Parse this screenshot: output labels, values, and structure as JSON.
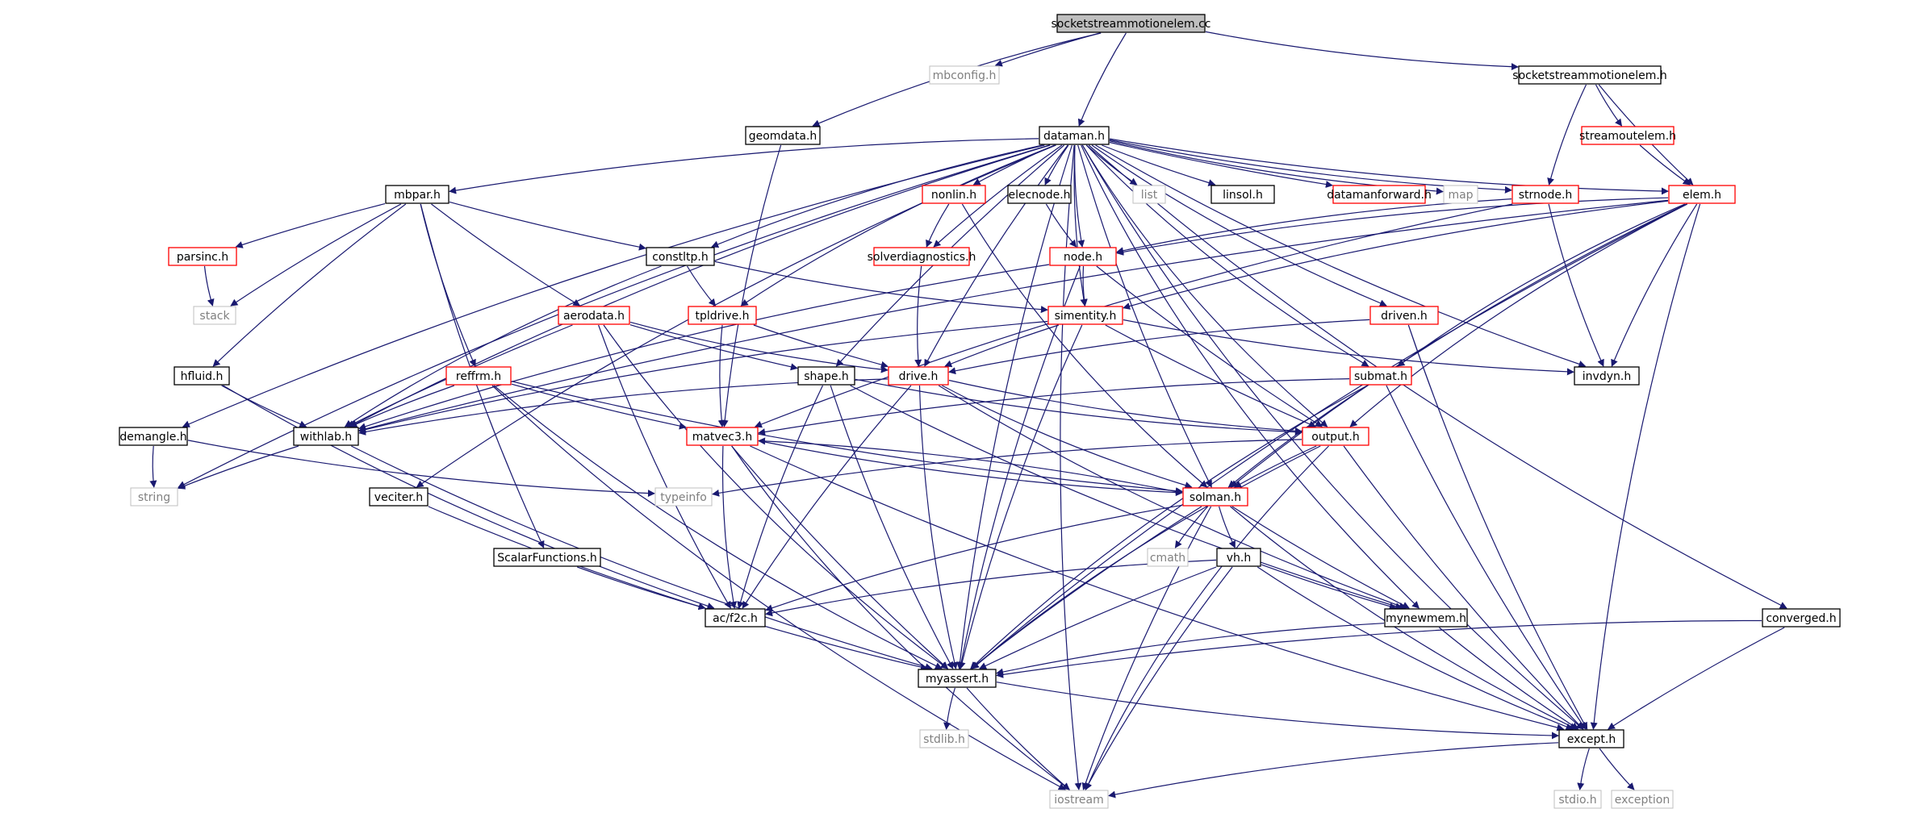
{
  "graph": {
    "root": "socketstreammotionelem.cc",
    "colors": {
      "edge": "#191970",
      "root_fill": "#bfbfbf",
      "doc_border": "#000000",
      "undoc_border": "#ff0000",
      "external_border": "#bfbfbf",
      "external_text": "#808080"
    },
    "nodes": [
      {
        "id": "root",
        "label": "socketstreammotionelem.cc",
        "kind": "root"
      },
      {
        "id": "mbconfig",
        "label": "mbconfig.h",
        "kind": "external"
      },
      {
        "id": "ssme_h",
        "label": "socketstreammotionelem.h",
        "kind": "doc"
      },
      {
        "id": "geomdata",
        "label": "geomdata.h",
        "kind": "doc"
      },
      {
        "id": "dataman",
        "label": "dataman.h",
        "kind": "doc"
      },
      {
        "id": "streamoutelem",
        "label": "streamoutelem.h",
        "kind": "undoc"
      },
      {
        "id": "mbpar",
        "label": "mbpar.h",
        "kind": "doc"
      },
      {
        "id": "nonlin",
        "label": "nonlin.h",
        "kind": "undoc"
      },
      {
        "id": "elecnode",
        "label": "elecnode.h",
        "kind": "doc"
      },
      {
        "id": "list",
        "label": "list",
        "kind": "external"
      },
      {
        "id": "linsol",
        "label": "linsol.h",
        "kind": "doc"
      },
      {
        "id": "datamanforward",
        "label": "datamanforward.h",
        "kind": "undoc"
      },
      {
        "id": "map",
        "label": "map",
        "kind": "external"
      },
      {
        "id": "strnode",
        "label": "strnode.h",
        "kind": "undoc"
      },
      {
        "id": "elem",
        "label": "elem.h",
        "kind": "undoc"
      },
      {
        "id": "parsinc",
        "label": "parsinc.h",
        "kind": "undoc"
      },
      {
        "id": "constltp",
        "label": "constltp.h",
        "kind": "doc"
      },
      {
        "id": "solverdiag",
        "label": "solverdiagnostics.h",
        "kind": "undoc"
      },
      {
        "id": "node",
        "label": "node.h",
        "kind": "undoc"
      },
      {
        "id": "stack",
        "label": "stack",
        "kind": "external"
      },
      {
        "id": "aerodata",
        "label": "aerodata.h",
        "kind": "undoc"
      },
      {
        "id": "tpldrive",
        "label": "tpldrive.h",
        "kind": "undoc"
      },
      {
        "id": "simentity",
        "label": "simentity.h",
        "kind": "undoc"
      },
      {
        "id": "driven",
        "label": "driven.h",
        "kind": "undoc"
      },
      {
        "id": "hfluid",
        "label": "hfluid.h",
        "kind": "doc"
      },
      {
        "id": "reffrm",
        "label": "reffrm.h",
        "kind": "undoc"
      },
      {
        "id": "shape",
        "label": "shape.h",
        "kind": "doc"
      },
      {
        "id": "drive",
        "label": "drive.h",
        "kind": "undoc"
      },
      {
        "id": "submat",
        "label": "submat.h",
        "kind": "undoc"
      },
      {
        "id": "invdyn",
        "label": "invdyn.h",
        "kind": "doc"
      },
      {
        "id": "demangle",
        "label": "demangle.h",
        "kind": "doc"
      },
      {
        "id": "withlab",
        "label": "withlab.h",
        "kind": "doc"
      },
      {
        "id": "matvec3",
        "label": "matvec3.h",
        "kind": "undoc"
      },
      {
        "id": "output",
        "label": "output.h",
        "kind": "undoc"
      },
      {
        "id": "string",
        "label": "string",
        "kind": "external"
      },
      {
        "id": "typeinfo",
        "label": "typeinfo",
        "kind": "external"
      },
      {
        "id": "solman",
        "label": "solman.h",
        "kind": "undoc"
      },
      {
        "id": "veciter",
        "label": "veciter.h",
        "kind": "doc"
      },
      {
        "id": "cmath",
        "label": "cmath",
        "kind": "external"
      },
      {
        "id": "vh",
        "label": "vh.h",
        "kind": "doc"
      },
      {
        "id": "scalarfunc",
        "label": "ScalarFunctions.h",
        "kind": "doc"
      },
      {
        "id": "acf2c",
        "label": "ac/f2c.h",
        "kind": "doc"
      },
      {
        "id": "mynewmem",
        "label": "mynewmem.h",
        "kind": "doc"
      },
      {
        "id": "converged",
        "label": "converged.h",
        "kind": "doc"
      },
      {
        "id": "myassert",
        "label": "myassert.h",
        "kind": "doc"
      },
      {
        "id": "stdlib",
        "label": "stdlib.h",
        "kind": "external"
      },
      {
        "id": "except",
        "label": "except.h",
        "kind": "doc"
      },
      {
        "id": "iostream",
        "label": "iostream",
        "kind": "external"
      },
      {
        "id": "stdio",
        "label": "stdio.h",
        "kind": "external"
      },
      {
        "id": "exception",
        "label": "exception",
        "kind": "external"
      }
    ]
  }
}
